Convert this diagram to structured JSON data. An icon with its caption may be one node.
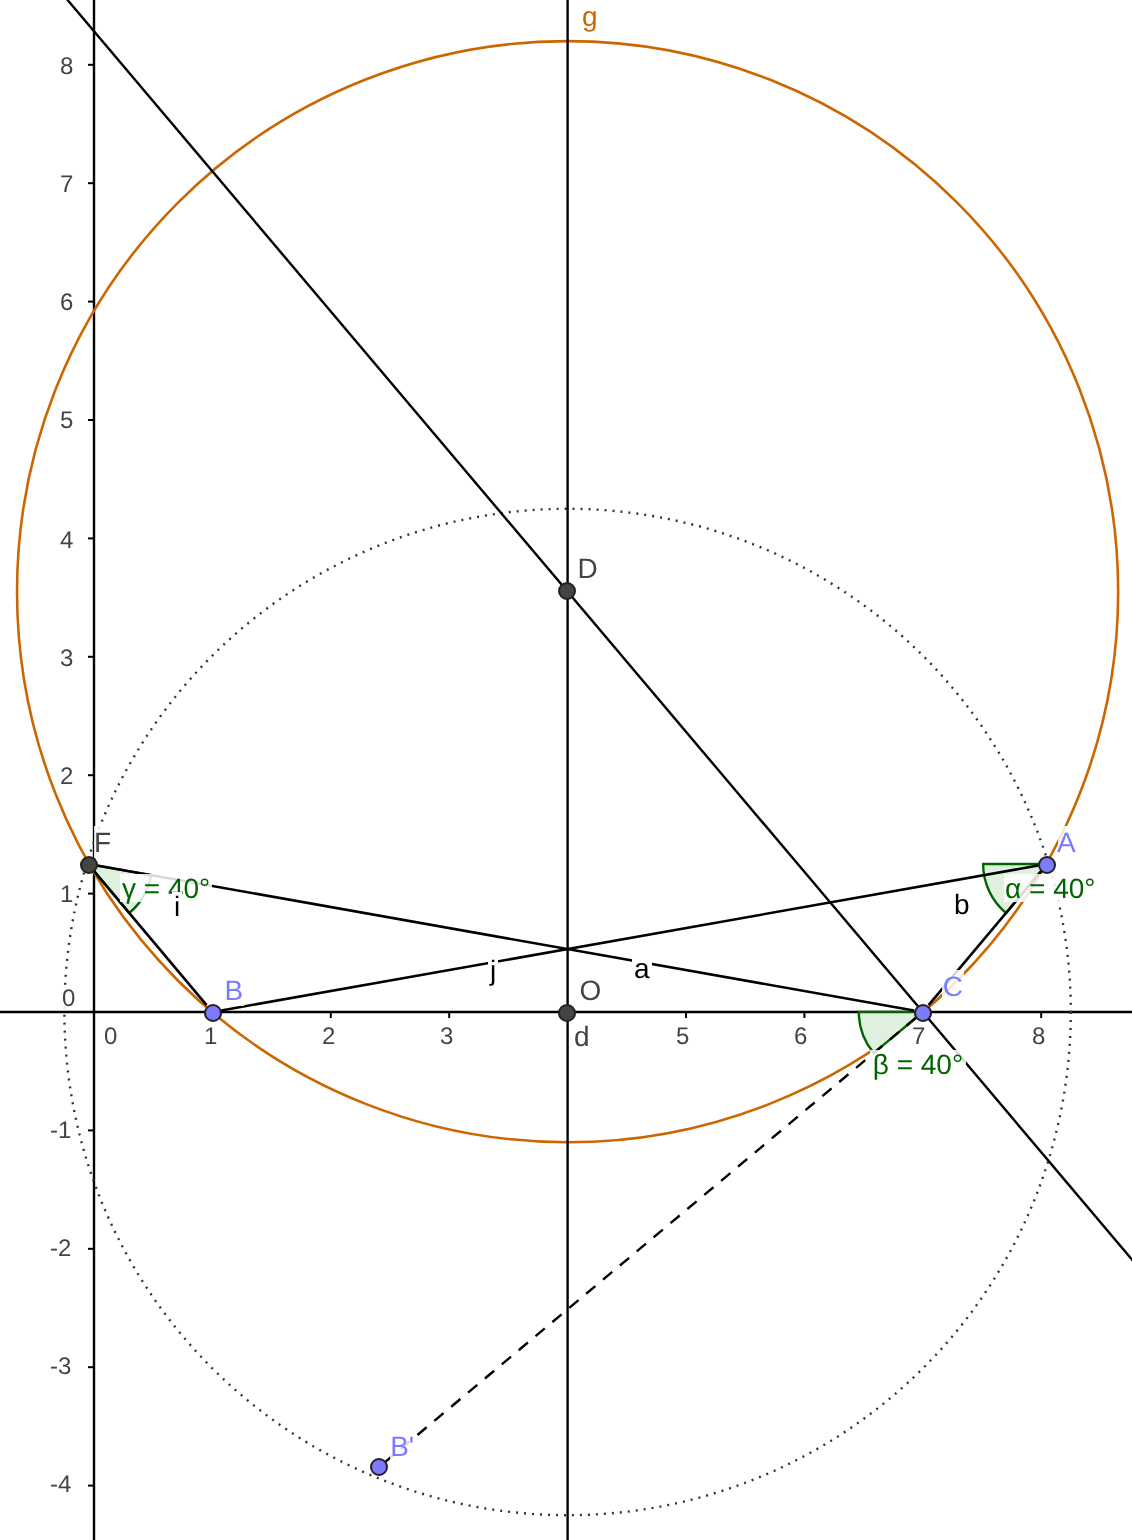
{
  "diagram": {
    "nodes": [
      {
        "text": [
          "F"
        ],
        "beside": [
          "γ = 40°"
        ]
      },
      {
        "text": [
          "A"
        ],
        "beside": [
          "α = 40°"
        ]
      },
      {
        "text": [
          "B"
        ]
      },
      {
        "text": [
          "O"
        ]
      },
      {
        "text": [
          "C"
        ],
        "beside": [
          "β = 40°"
        ]
      },
      {
        "text": [
          "D"
        ]
      },
      {
        "text": [
          "B'"
        ]
      }
    ],
    "edges": [
      {
        "from": 0,
        "to": 2,
        "arrow": "none",
        "label": "i"
      },
      {
        "from": 2,
        "to": 1,
        "arrow": "none",
        "label": "j"
      },
      {
        "from": 0,
        "to": 4,
        "arrow": "none",
        "label": "a"
      },
      {
        "from": 4,
        "to": 1,
        "arrow": "none",
        "label": "b"
      },
      {
        "from": 4,
        "to": 6,
        "arrow": "none",
        "style": "dashed"
      }
    ],
    "labels": [
      "g",
      "8",
      "7",
      "6",
      "5",
      "4",
      "3",
      "2",
      "1",
      "0",
      "0",
      "1",
      "2",
      "3",
      "d",
      "5",
      "6",
      "7",
      "8",
      "-1",
      "-2",
      "-3",
      "-4"
    ]
  }
}
